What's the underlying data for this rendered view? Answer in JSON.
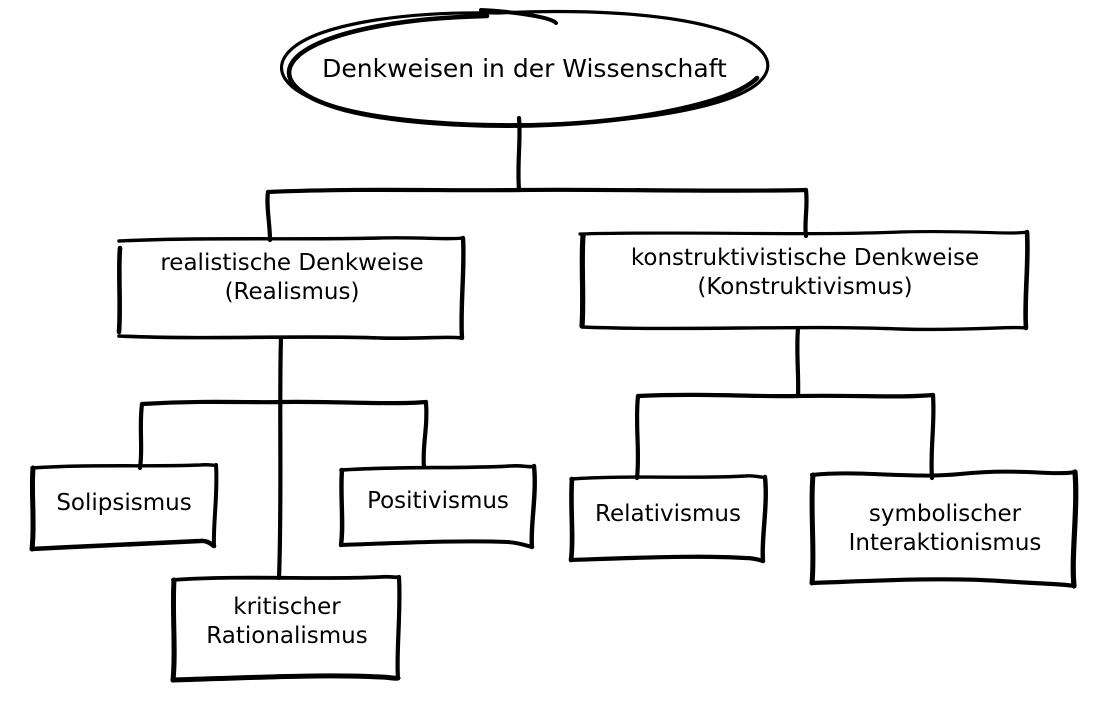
{
  "diagram": {
    "title_text": "Denkweisen in der Wissenschaft",
    "style": "hand-drawn sketch",
    "stroke_color": "#000000",
    "background_color": "#ffffff",
    "nodes": {
      "root": {
        "label": "Denkweisen in der Wissenschaft",
        "shape": "ellipse"
      },
      "realism": {
        "label": "realistische Denkweise\n(Realismus)",
        "shape": "rectangle"
      },
      "constructivism": {
        "label": "konstruktivistische Denkweise\n(Konstruktivismus)",
        "shape": "rectangle"
      },
      "solipsism": {
        "label": "Solipsismus",
        "shape": "rectangle"
      },
      "critical_rationalism": {
        "label": "kritischer\nRationalismus",
        "shape": "rectangle"
      },
      "positivism": {
        "label": "Positivismus",
        "shape": "rectangle"
      },
      "relativism": {
        "label": "Relativismus",
        "shape": "rectangle"
      },
      "symbolic_interactionism": {
        "label": "symbolischer\nInteraktionismus",
        "shape": "rectangle"
      }
    },
    "edges": [
      {
        "from": "root",
        "to": "realism"
      },
      {
        "from": "root",
        "to": "constructivism"
      },
      {
        "from": "realism",
        "to": "solipsism"
      },
      {
        "from": "realism",
        "to": "critical_rationalism"
      },
      {
        "from": "realism",
        "to": "positivism"
      },
      {
        "from": "constructivism",
        "to": "relativism"
      },
      {
        "from": "constructivism",
        "to": "symbolic_interactionism"
      }
    ]
  }
}
